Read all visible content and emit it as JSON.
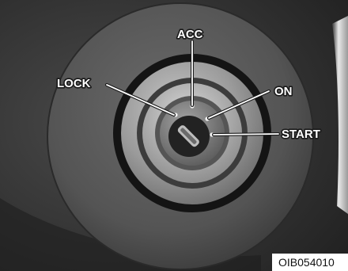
{
  "labels": {
    "acc": "ACC",
    "lock": "LOCK",
    "on": "ON",
    "start": "START"
  },
  "image_code": "OIB054010"
}
